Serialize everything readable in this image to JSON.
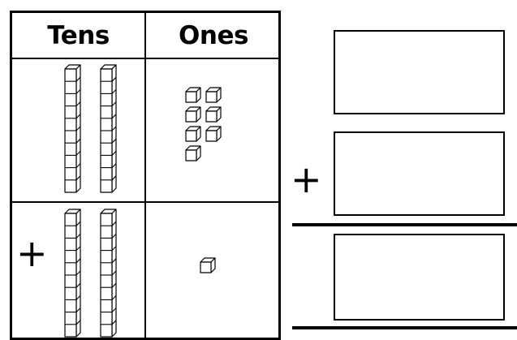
{
  "headers": {
    "tens": "Tens",
    "ones": "Ones"
  },
  "plus_sign": "+",
  "addends": [
    {
      "tens": 2,
      "ones": 7
    },
    {
      "tens": 2,
      "ones": 1
    }
  ],
  "answer_boxes": 3
}
